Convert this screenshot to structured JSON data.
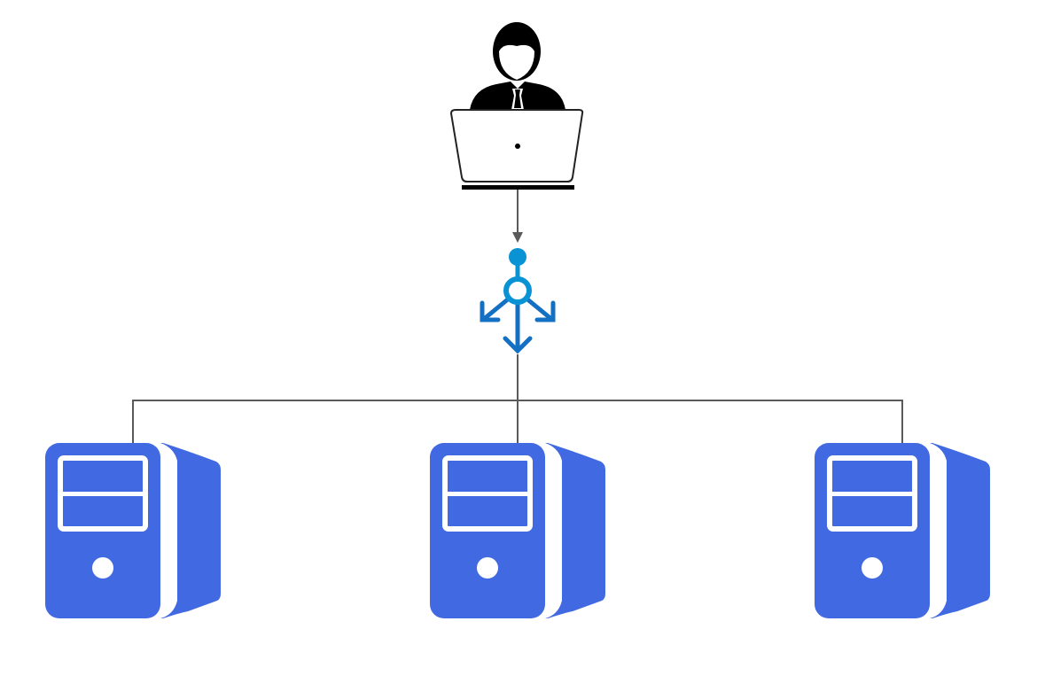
{
  "diagram": {
    "type": "load-balancing-architecture",
    "nodes": [
      {
        "id": "user",
        "icon": "user-laptop-icon"
      },
      {
        "id": "load-balancer",
        "icon": "load-balancer-icon"
      },
      {
        "id": "server-1",
        "icon": "server-icon"
      },
      {
        "id": "server-2",
        "icon": "server-icon"
      },
      {
        "id": "server-3",
        "icon": "server-icon"
      }
    ],
    "edges": [
      {
        "from": "user",
        "to": "load-balancer",
        "arrow": true
      },
      {
        "from": "load-balancer",
        "to": "server-1",
        "arrow": false
      },
      {
        "from": "load-balancer",
        "to": "server-2",
        "arrow": false
      },
      {
        "from": "load-balancer",
        "to": "server-3",
        "arrow": false
      }
    ],
    "colors": {
      "server": "#4169e1",
      "lb_light": "#0a93d4",
      "lb_dark": "#1470c2",
      "connector": "#5a5a5a",
      "user": "#000000"
    }
  }
}
